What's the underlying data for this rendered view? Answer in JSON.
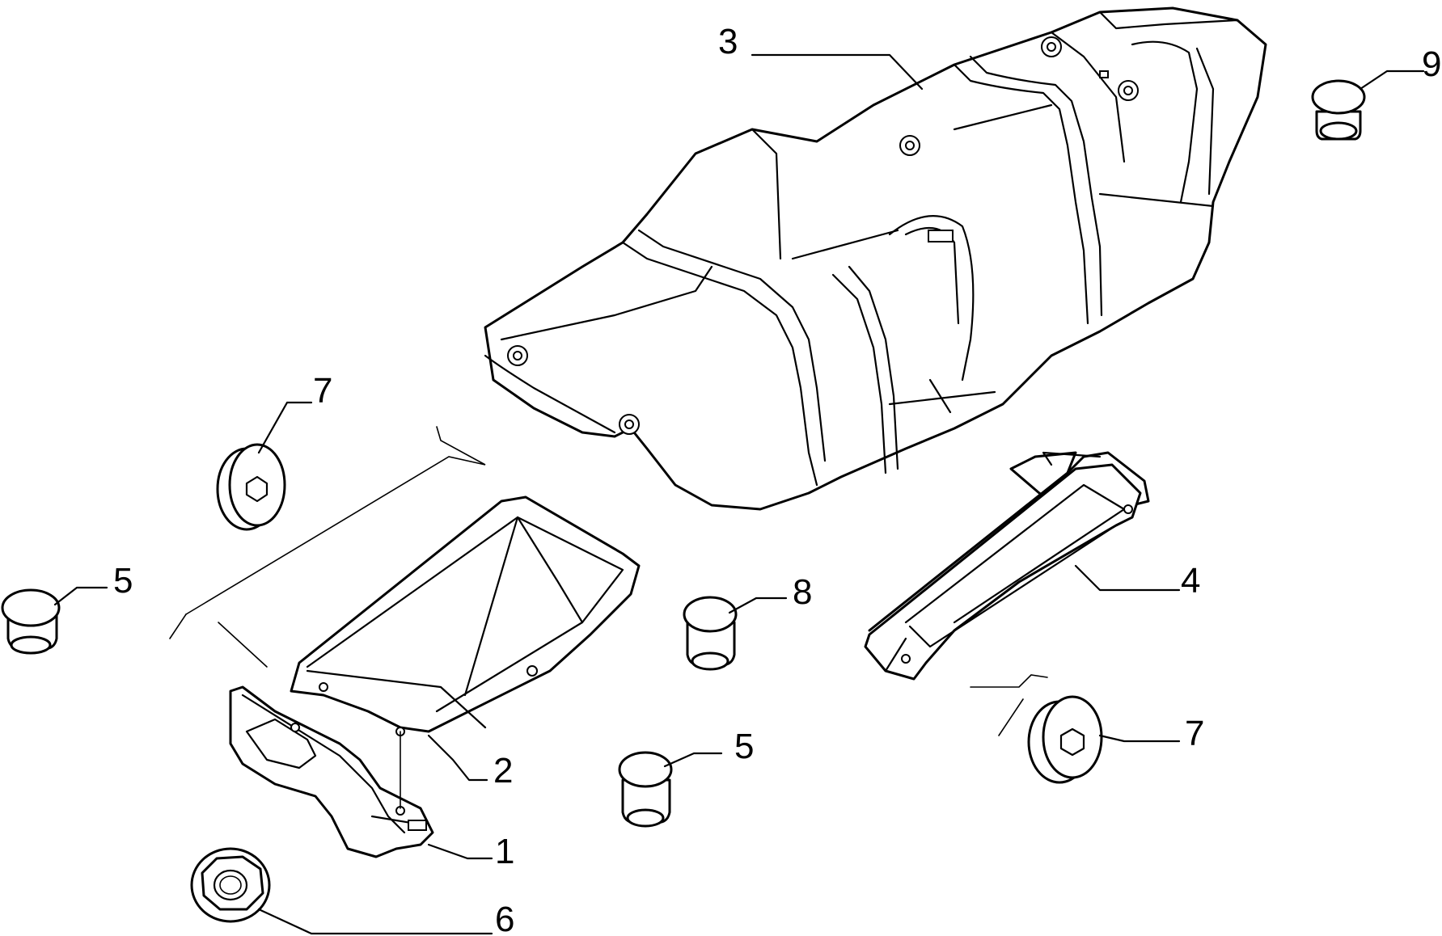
{
  "callouts": [
    {
      "id": "label-3",
      "text": "3"
    },
    {
      "id": "label-9",
      "text": "9"
    },
    {
      "id": "label-7-left",
      "text": "7"
    },
    {
      "id": "label-5-left",
      "text": "5"
    },
    {
      "id": "label-8",
      "text": "8"
    },
    {
      "id": "label-4",
      "text": "4"
    },
    {
      "id": "label-5-center",
      "text": "5"
    },
    {
      "id": "label-2",
      "text": "2"
    },
    {
      "id": "label-7-right",
      "text": "7"
    },
    {
      "id": "label-1",
      "text": "1"
    },
    {
      "id": "label-6",
      "text": "6"
    }
  ],
  "colors": {
    "line": "#000000",
    "background": "#ffffff"
  }
}
